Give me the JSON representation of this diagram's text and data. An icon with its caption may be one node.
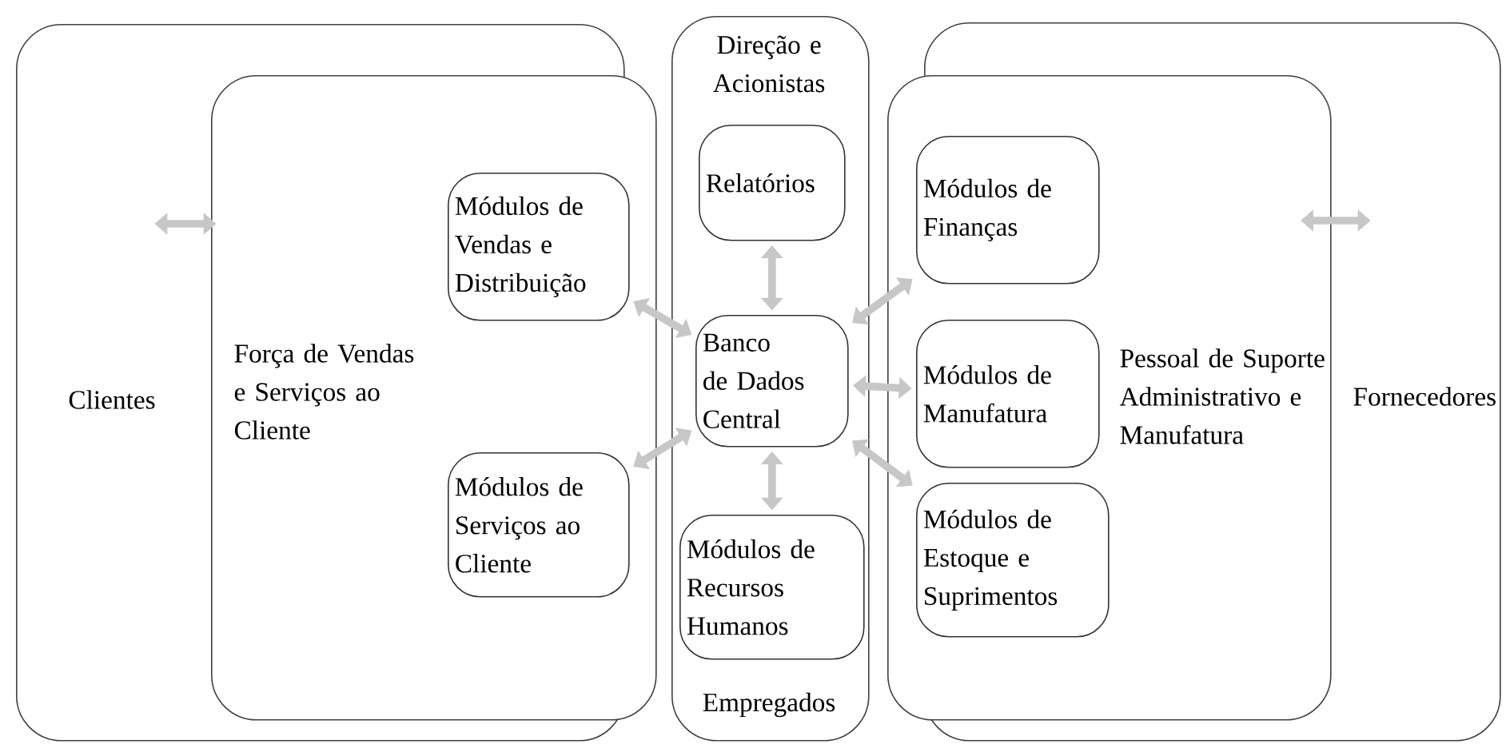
{
  "diagram": {
    "nodes": [
      {
        "text": [
          "Clientes"
        ]
      },
      {
        "text": [
          "Força de Vendas e Serviços ao Cliente"
        ]
      },
      {
        "text": [
          "Módulos de Vendas e Distribuição"
        ],
        "in": 1
      },
      {
        "text": [
          "Módulos de Serviços ao Cliente"
        ],
        "in": 1
      },
      {
        "text": [
          "Direção e Acionistas",
          "Empregados"
        ]
      },
      {
        "text": [
          "Relatórios"
        ],
        "in": 4
      },
      {
        "text": [
          "Banco de Dados Central"
        ],
        "in": 4
      },
      {
        "text": [
          "Módulos de Recursos Humanos"
        ],
        "in": 4
      },
      {
        "text": [
          "Fornecedores"
        ]
      },
      {
        "text": [
          "Pessoal de Suporte Administrativo e Manufatura"
        ]
      },
      {
        "text": [
          "Módulos de Finanças"
        ],
        "in": 9
      },
      {
        "text": [
          "Módulos de Manufatura"
        ],
        "in": 9
      },
      {
        "text": [
          "Módulos de Estoque e Suprimentos"
        ],
        "in": 9
      }
    ],
    "edges": [
      {
        "from": 0,
        "to": 1,
        "arrow": "both"
      },
      {
        "from": 2,
        "to": 6,
        "arrow": "both"
      },
      {
        "from": 3,
        "to": 6,
        "arrow": "both"
      },
      {
        "from": 5,
        "to": 6,
        "arrow": "both"
      },
      {
        "from": 6,
        "to": 7,
        "arrow": "both"
      },
      {
        "from": 6,
        "to": 10,
        "arrow": "both"
      },
      {
        "from": 6,
        "to": 11,
        "arrow": "both"
      },
      {
        "from": 6,
        "to": 12,
        "arrow": "both"
      },
      {
        "from": 9,
        "to": 8,
        "arrow": "both"
      }
    ]
  }
}
